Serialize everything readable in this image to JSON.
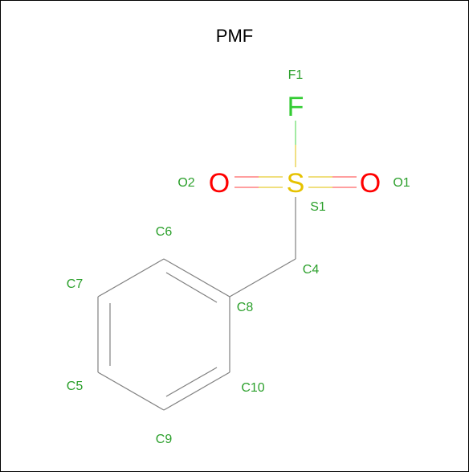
{
  "title": "PMF",
  "colors": {
    "carbon_bond": "#808080",
    "label": "#2ca02c",
    "fluorine": "#33cc33",
    "oxygen": "#ff0000",
    "sulfur": "#e6c200",
    "border": "#000000"
  },
  "atoms": {
    "F": "F",
    "S": "S",
    "O_left": "O",
    "O_right": "O"
  },
  "labels": {
    "F1": "F1",
    "O1": "O1",
    "O2": "O2",
    "S1": "S1",
    "C4": "C4",
    "C5": "C5",
    "C6": "C6",
    "C7": "C7",
    "C8": "C8",
    "C9": "C9",
    "C10": "C10"
  }
}
